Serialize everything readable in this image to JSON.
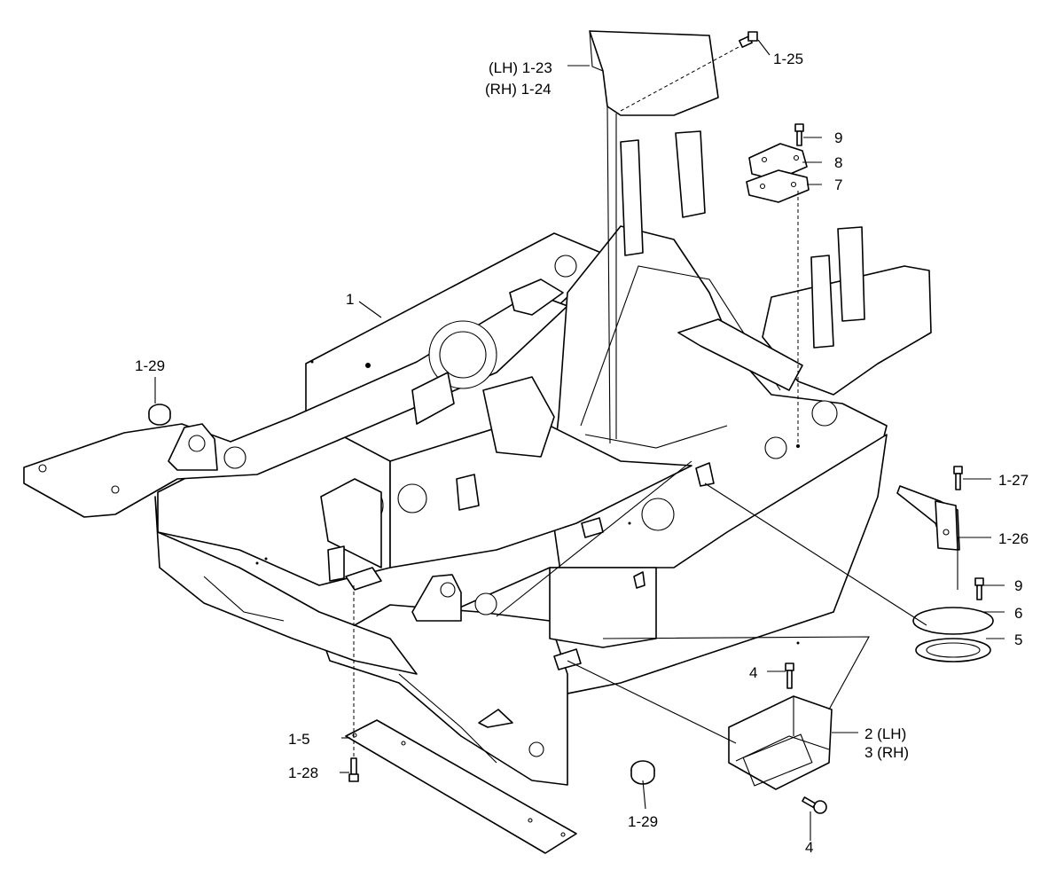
{
  "labels": {
    "p1": "1",
    "p1_23": "(LH) 1-23",
    "p1_24": "(RH) 1-24",
    "p1_25": "1-25",
    "p9_top": "9",
    "p8": "8",
    "p7": "7",
    "p1_29_left": "1-29",
    "p1_27": "1-27",
    "p1_26": "1-26",
    "p9_right": "9",
    "p6": "6",
    "p5": "5",
    "p4_top": "4",
    "p2": "2 (LH)",
    "p3": "3 (RH)",
    "p1_5": "1-5",
    "p1_28": "1-28",
    "p1_29_bottom": "1-29",
    "p4_bottom": "4"
  }
}
